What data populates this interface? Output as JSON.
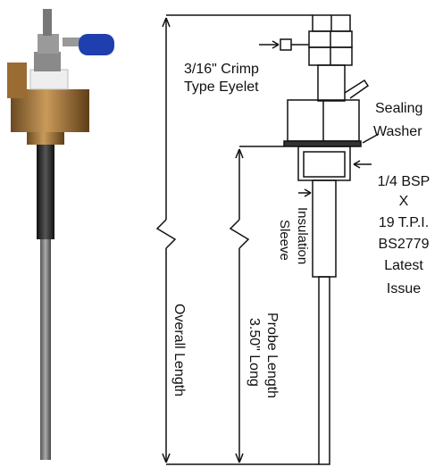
{
  "labels": {
    "crimp_line1": "3/16\" Crimp",
    "crimp_line2": "Type Eyelet",
    "sealing_line1": "Sealing",
    "sealing_line2": "Washer",
    "thread_line1": "1/4 BSP",
    "thread_line2": "X",
    "thread_line3": "19 T.P.I.",
    "thread_line4": "BS2779",
    "thread_line5": "Latest",
    "thread_line6": "Issue",
    "insulation_line1": "Insulation",
    "insulation_line2": "Sleeve",
    "overall_length": "Overall Length",
    "probe_line1": "Probe Length",
    "probe_line2": "3.50\" Long"
  }
}
